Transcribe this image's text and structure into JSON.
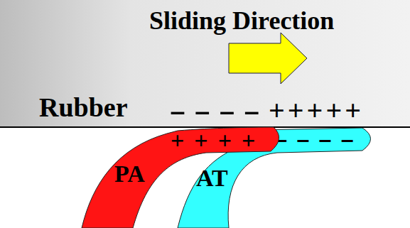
{
  "diagram": {
    "nodes": [
      {
        "text": [
          "Rubber",
          "----",
          "+++++"
        ]
      },
      {
        "text": [
          "++++",
          "PA"
        ]
      },
      {
        "text": [
          "----",
          "AT"
        ]
      }
    ],
    "labels": [
      "Sliding Direction"
    ]
  }
}
